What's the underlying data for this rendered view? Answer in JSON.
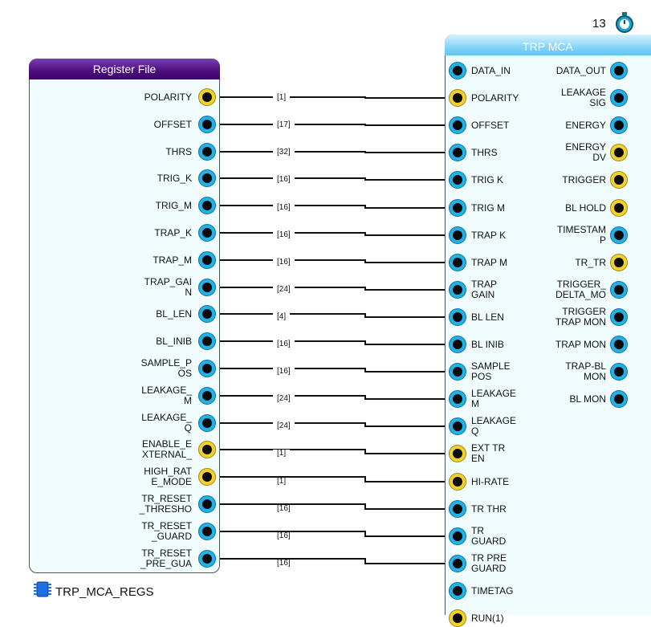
{
  "register_file": {
    "title": "Register File",
    "ports": [
      {
        "label": "POLARITY",
        "kind": "yellow",
        "bus": "[1]"
      },
      {
        "label": "OFFSET",
        "kind": "blue",
        "bus": "[17]"
      },
      {
        "label": "THRS",
        "kind": "blue",
        "bus": "[32]"
      },
      {
        "label": "TRIG_K",
        "kind": "blue",
        "bus": "[16]"
      },
      {
        "label": "TRIG_M",
        "kind": "blue",
        "bus": "[16]"
      },
      {
        "label": "TRAP_K",
        "kind": "blue",
        "bus": "[16]"
      },
      {
        "label": "TRAP_M",
        "kind": "blue",
        "bus": "[16]"
      },
      {
        "label": "TRAP_GAI\nN",
        "kind": "blue",
        "bus": "[24]"
      },
      {
        "label": "BL_LEN",
        "kind": "blue",
        "bus": "[4]"
      },
      {
        "label": "BL_INIB",
        "kind": "blue",
        "bus": "[16]"
      },
      {
        "label": "SAMPLE_P\nOS",
        "kind": "blue",
        "bus": "[16]"
      },
      {
        "label": "LEAKAGE_\nM",
        "kind": "blue",
        "bus": "[24]"
      },
      {
        "label": "LEAKAGE_\nQ",
        "kind": "blue",
        "bus": "[24]"
      },
      {
        "label": "ENABLE_E\nXTERNAL_",
        "kind": "yellow",
        "bus": "[1]"
      },
      {
        "label": "HIGH_RAT\nE_MODE",
        "kind": "yellow",
        "bus": "[1]"
      },
      {
        "label": "TR_RESET\n_THRESHO",
        "kind": "blue",
        "bus": "[16]"
      },
      {
        "label": "TR_RESET\n_GUARD",
        "kind": "blue",
        "bus": "[16]"
      },
      {
        "label": "TR_RESET\n_PRE_GUA",
        "kind": "blue",
        "bus": "[16]"
      }
    ],
    "component_name": "TRP_MCA_REGS",
    "icon": "chip-icon"
  },
  "trp_mca": {
    "title": "TRP MCA",
    "task_number": "13",
    "task_icon": "stopwatch-icon",
    "inputs": [
      {
        "label": "DATA_IN",
        "kind": "blue"
      },
      {
        "label": "POLARITY",
        "kind": "yellow"
      },
      {
        "label": "OFFSET",
        "kind": "blue"
      },
      {
        "label": "THRS",
        "kind": "blue"
      },
      {
        "label": "TRIG K",
        "kind": "blue"
      },
      {
        "label": "TRIG M",
        "kind": "blue"
      },
      {
        "label": "TRAP K",
        "kind": "blue"
      },
      {
        "label": "TRAP M",
        "kind": "blue"
      },
      {
        "label": "TRAP\nGAIN",
        "kind": "blue"
      },
      {
        "label": "BL LEN",
        "kind": "blue"
      },
      {
        "label": "BL INIB",
        "kind": "blue"
      },
      {
        "label": "SAMPLE\nPOS",
        "kind": "blue"
      },
      {
        "label": "LEAKAGE\nM",
        "kind": "blue"
      },
      {
        "label": "LEAKAGE\nQ",
        "kind": "blue"
      },
      {
        "label": "EXT TR\nEN",
        "kind": "yellow"
      },
      {
        "label": "HI-RATE",
        "kind": "yellow"
      },
      {
        "label": "TR THR",
        "kind": "blue"
      },
      {
        "label": "TR\nGUARD",
        "kind": "blue"
      },
      {
        "label": "TR PRE\nGUARD",
        "kind": "blue"
      },
      {
        "label": "TIMETAG",
        "kind": "blue"
      },
      {
        "label": "RUN(1)",
        "kind": "yellow"
      }
    ],
    "outputs": [
      {
        "label": "DATA_OUT",
        "kind": "blue"
      },
      {
        "label": "LEAKAGE\nSIG",
        "kind": "blue"
      },
      {
        "label": "ENERGY",
        "kind": "blue"
      },
      {
        "label": "ENERGY\nDV",
        "kind": "yellow"
      },
      {
        "label": "TRIGGER",
        "kind": "yellow"
      },
      {
        "label": "BL HOLD",
        "kind": "yellow"
      },
      {
        "label": "TIMESTAM\nP",
        "kind": "blue"
      },
      {
        "label": "TR_TR",
        "kind": "yellow"
      },
      {
        "label": "TRIGGER_\nDELTA_MO",
        "kind": "blue"
      },
      {
        "label": "TRIGGER\nTRAP MON",
        "kind": "blue"
      },
      {
        "label": "TRAP MON",
        "kind": "blue"
      },
      {
        "label": "TRAP-BL\nMON",
        "kind": "blue"
      },
      {
        "label": "BL MON",
        "kind": "blue"
      }
    ]
  },
  "colors": {
    "blue_port": "#21b2e8",
    "yellow_port": "#f2d22a",
    "port_core": "#0a0a0a",
    "regfile_header": "#4c0c7e",
    "mca_header": "#7fd0f5",
    "block_fill": "#f0fcfe"
  }
}
